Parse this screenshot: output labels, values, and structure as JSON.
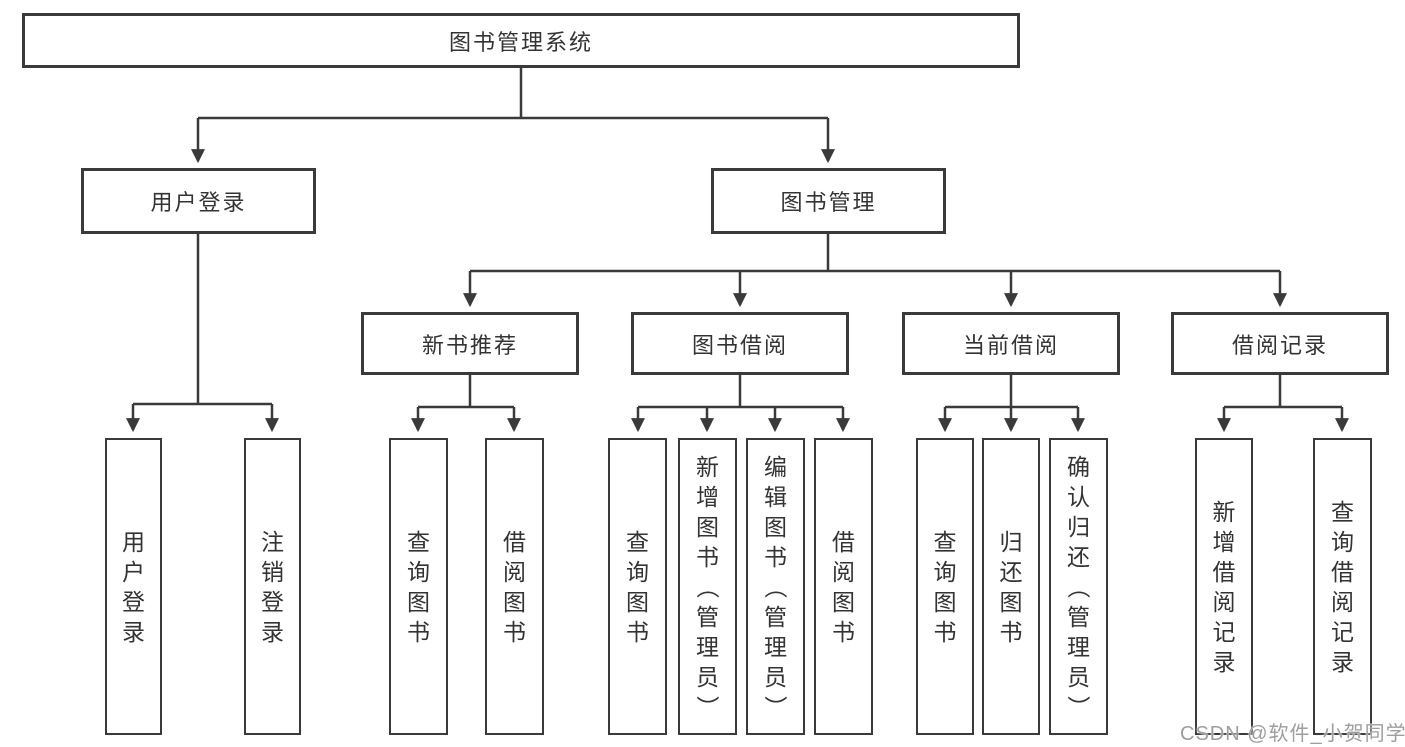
{
  "colors": {
    "line": "#3a3a3a",
    "text": "#333333",
    "box_bg": "#ffffff",
    "page_bg": "#ffffff",
    "watermark": "#9e9e9e"
  },
  "tree": {
    "root": "图书管理系统",
    "children": [
      {
        "label": "用户登录",
        "children": [
          "用户登录",
          "注销登录"
        ]
      },
      {
        "label": "图书管理",
        "children": [
          {
            "label": "新书推荐",
            "children": [
              "查询图书",
              "借阅图书"
            ]
          },
          {
            "label": "图书借阅",
            "children": [
              "查询图书",
              "新增图书（管理员）",
              "编辑图书（管理员）",
              "借阅图书"
            ]
          },
          {
            "label": "当前借阅",
            "children": [
              "查询图书",
              "归还图书",
              "确认归还（管理员）"
            ]
          },
          {
            "label": "借阅记录",
            "children": [
              "新增借阅记录",
              "查询借阅记录"
            ]
          }
        ]
      }
    ]
  },
  "watermark": "CSDN @软件_小贺同学"
}
